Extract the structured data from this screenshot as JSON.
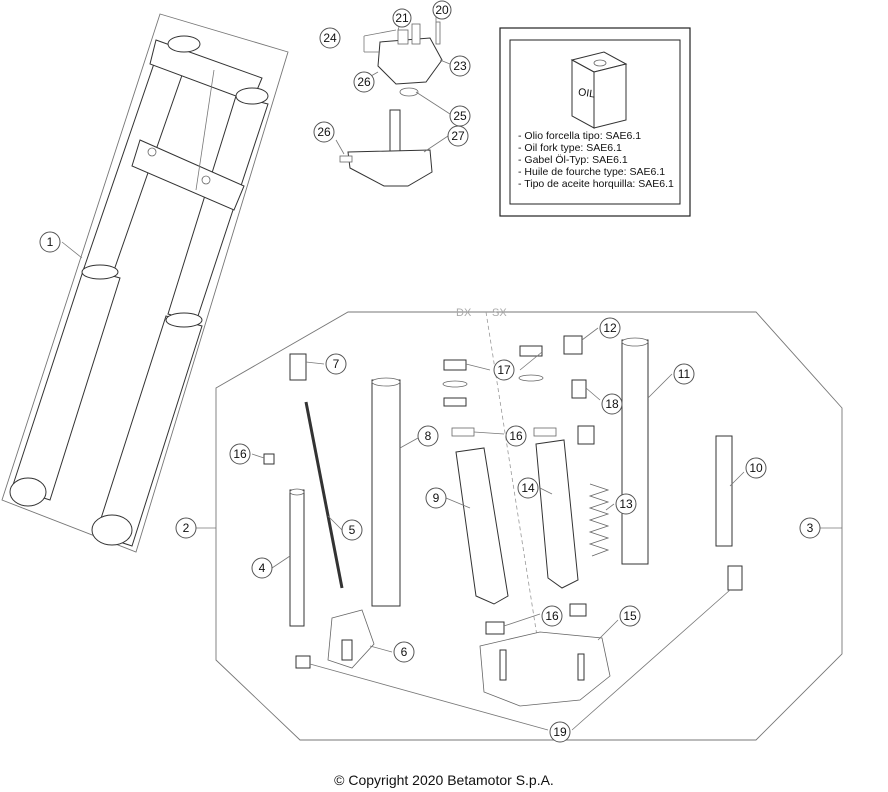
{
  "callouts": {
    "c1": "1",
    "c2": "2",
    "c3": "3",
    "c4": "4",
    "c5": "5",
    "c6": "6",
    "c7": "7",
    "c8": "8",
    "c9": "9",
    "c10": "10",
    "c11": "11",
    "c12": "12",
    "c13": "13",
    "c14": "14",
    "c15": "15",
    "c16a": "16",
    "c16b": "16",
    "c16c": "16",
    "c17": "17",
    "c18": "18",
    "c19": "19",
    "c20": "20",
    "c21": "21",
    "c23": "23",
    "c24": "24",
    "c25": "25",
    "c26a": "26",
    "c26b": "26",
    "c27": "27"
  },
  "oil_box": {
    "can_label": "OIL",
    "lines": [
      "- Olio forcella tipo: SAE6.1",
      "- Oil fork type: SAE6.1",
      "- Gabel Öl-Typ: SAE6.1",
      "- Huile de fourche type: SAE6.1",
      "- Tipo de aceite horquilla: SAE6.1"
    ]
  },
  "sides": {
    "left": "DX",
    "right": "SX"
  },
  "copyright": "© Copyright 2020 Betamotor S.p.A."
}
